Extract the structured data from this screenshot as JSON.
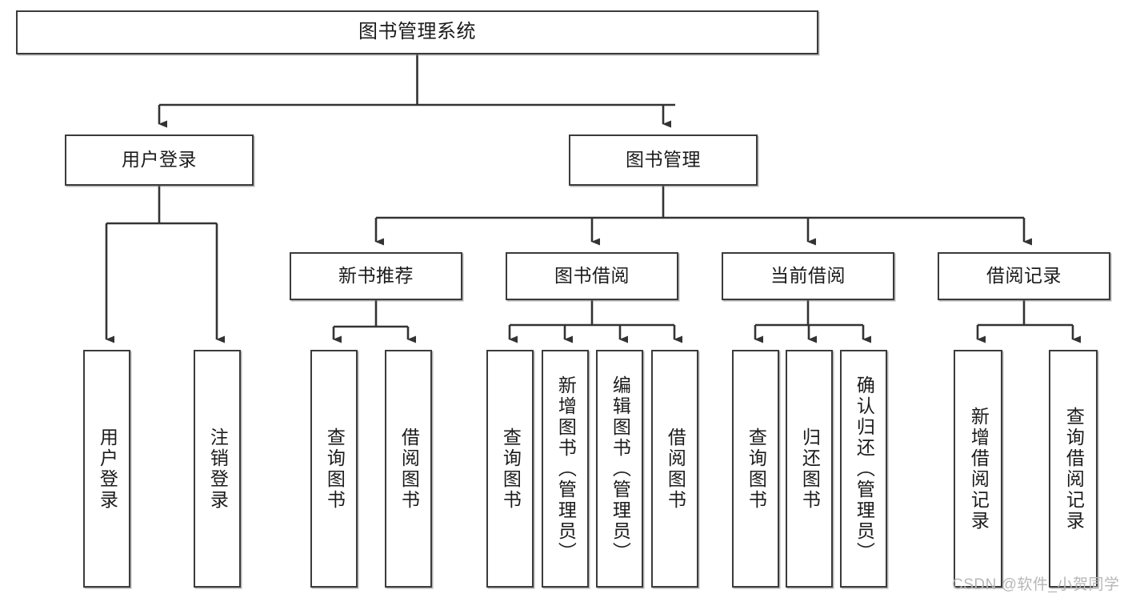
{
  "diagram": {
    "type": "tree",
    "orientation": "top-down",
    "background_color": "#ffffff",
    "box_border_color": "#3b3b3b",
    "connector_color": "#333333",
    "title": "图书管理系统",
    "levels": 4
  },
  "nodes": {
    "root": {
      "label": "图书管理系统",
      "level": 1
    },
    "level2": [
      {
        "id": "user-login",
        "label": "用户登录"
      },
      {
        "id": "book-management",
        "label": "图书管理"
      }
    ],
    "level3": [
      {
        "id": "new-book-recommend",
        "label": "新书推荐",
        "parent": "book-management"
      },
      {
        "id": "book-borrow",
        "label": "图书借阅",
        "parent": "book-management"
      },
      {
        "id": "current-borrow",
        "label": "当前借阅",
        "parent": "book-management"
      },
      {
        "id": "borrow-record",
        "label": "借阅记录",
        "parent": "book-management"
      }
    ],
    "leaves": {
      "user-login": [
        {
          "id": "leaf-user-login",
          "label": "用户登录"
        },
        {
          "id": "leaf-logout-login",
          "label": "注销登录"
        }
      ],
      "new-book-recommend": [
        {
          "id": "leaf-query-book-1",
          "label": "查询图书"
        },
        {
          "id": "leaf-borrow-book-1",
          "label": "借阅图书"
        }
      ],
      "book-borrow": [
        {
          "id": "leaf-query-book-2",
          "label": "查询图书"
        },
        {
          "id": "leaf-add-book",
          "label": "新增图书（管理员）"
        },
        {
          "id": "leaf-edit-book",
          "label": "编辑图书（管理员）"
        },
        {
          "id": "leaf-borrow-book-2",
          "label": "借阅图书"
        }
      ],
      "current-borrow": [
        {
          "id": "leaf-query-book-3",
          "label": "查询图书"
        },
        {
          "id": "leaf-return-book",
          "label": "归还图书"
        },
        {
          "id": "leaf-confirm-return",
          "label": "确认归还（管理员）"
        }
      ],
      "borrow-record": [
        {
          "id": "leaf-add-record",
          "label": "新增借阅记录"
        },
        {
          "id": "leaf-query-record",
          "label": "查询借阅记录"
        }
      ]
    }
  },
  "watermark": {
    "text": "CSDN @软件_小贺同学"
  }
}
